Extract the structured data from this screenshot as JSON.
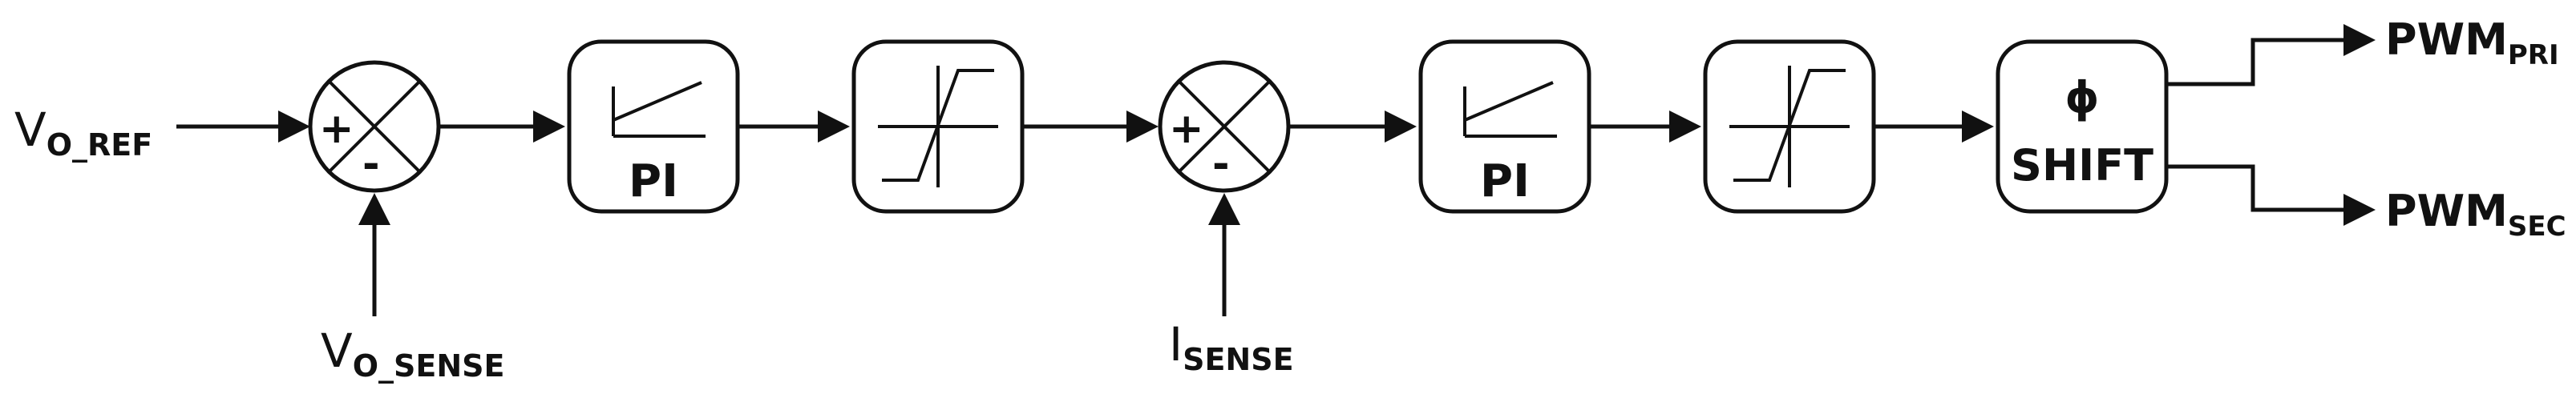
{
  "signals": {
    "vo_ref": {
      "main": "V",
      "sub": "O_REF"
    },
    "vo_sense": {
      "main": "V",
      "sub": "O_SENSE"
    },
    "i_sense": {
      "main": "I",
      "sub": "SENSE"
    },
    "pwm_pri": {
      "main": "PWM",
      "sub": "PRI"
    },
    "pwm_sec": {
      "main": "PWM",
      "sub": "SEC"
    }
  },
  "summing_junctions": [
    {
      "plus": "+",
      "minus": "-"
    },
    {
      "plus": "+",
      "minus": "-"
    }
  ],
  "blocks": {
    "pi_1": "PI",
    "pi_2": "PI",
    "phase_shift": {
      "symbol": "ϕ",
      "label": "SHIFT"
    }
  },
  "colors": {
    "stroke": "#111111",
    "background": "#ffffff"
  }
}
